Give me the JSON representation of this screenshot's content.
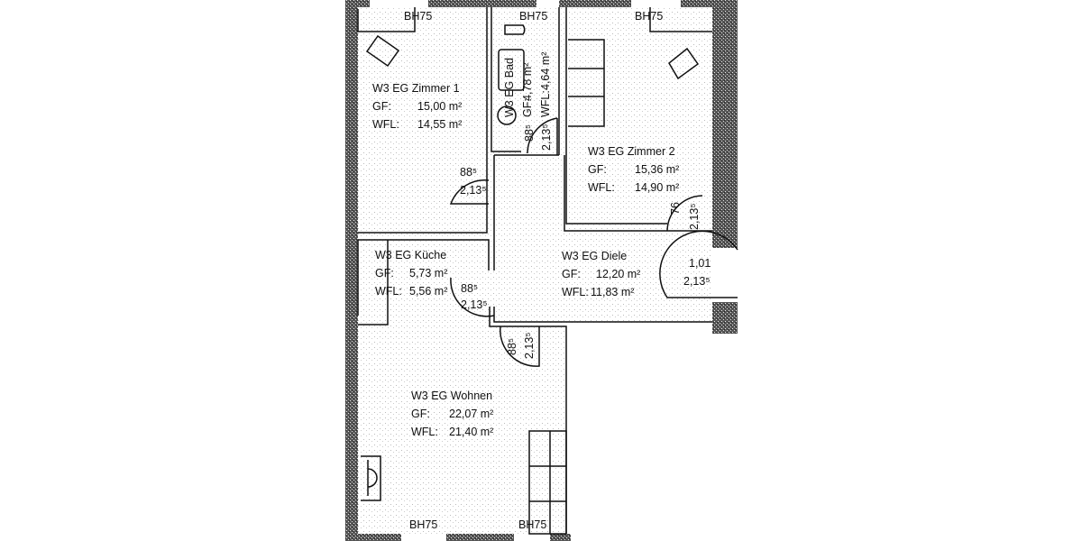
{
  "rooms": {
    "zimmer1": {
      "name": "W3 EG Zimmer 1",
      "gf_label": "GF:",
      "gf": "15,00 m²",
      "wfl_label": "WFL:",
      "wfl": "14,55 m²"
    },
    "bad": {
      "name": "W3 EG Bad",
      "gf_label": "GF:",
      "gf": "4,78 m²",
      "wfl_label": "WFL:",
      "wfl": "4,64 m²"
    },
    "zimmer2": {
      "name": "W3 EG Zimmer 2",
      "gf_label": "GF:",
      "gf": "15,36 m²",
      "wfl_label": "WFL:",
      "wfl": "14,90 m²"
    },
    "kueche": {
      "name": "W3 EG Küche",
      "gf_label": "GF:",
      "gf": "5,73 m²",
      "wfl_label": "WFL:",
      "wfl": "5,56 m²"
    },
    "diele": {
      "name": "W3 EG Diele",
      "gf_label": "GF:",
      "gf": "12,20 m²",
      "wfl_label": "WFL:",
      "wfl": "11,83 m²"
    },
    "wohnen": {
      "name": "W3 EG Wohnen",
      "gf_label": "GF:",
      "gf": "22,07 m²",
      "wfl_label": "WFL:",
      "wfl": "21,40 m²"
    }
  },
  "windows": [
    "BH75",
    "BH75",
    "BH75",
    "BH75",
    "BH75"
  ],
  "doors": {
    "zimmer1": {
      "width": "88⁵",
      "height": "2,13⁵"
    },
    "bad": {
      "width": "88⁵",
      "height": "2,13⁵"
    },
    "zimmer2": {
      "width": "76",
      "height": "2,13⁵"
    },
    "entrance": {
      "width": "1,01",
      "height": "2,13⁵"
    },
    "kueche": {
      "width": "88⁵",
      "height": "2,13⁵"
    },
    "wohnen": {
      "width": "88⁵",
      "height": "2,13⁵"
    }
  }
}
